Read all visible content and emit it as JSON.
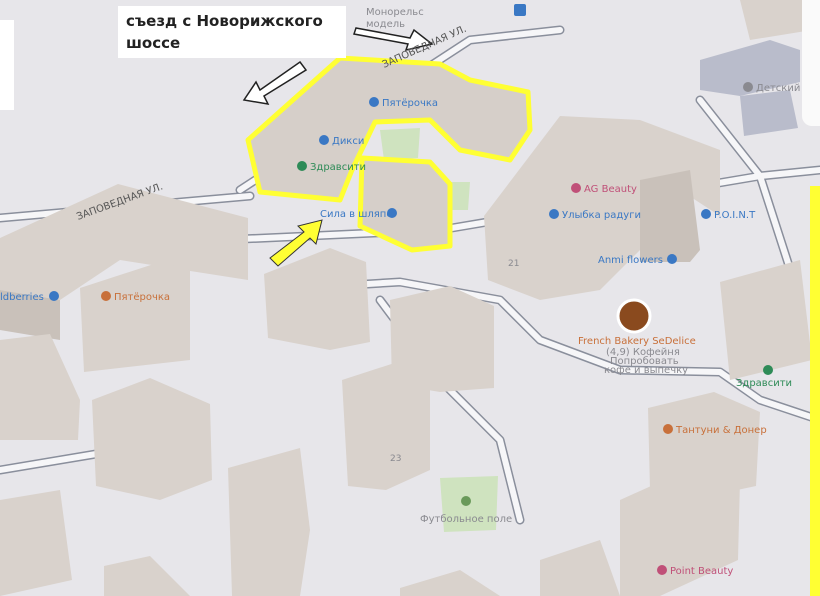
{
  "caption": {
    "line1": "съезд с Новорижского",
    "line2": "шоссе"
  },
  "streets": {
    "zapovednaya_top": "ЗАПОВЕДНАЯ УЛ.",
    "zapovednaya_left": "ЗАПОВЕДНАЯ УЛ."
  },
  "labels": {
    "monorail_1": "Монорельс",
    "monorail_2": "модель",
    "kids": "Детский",
    "pyaterochka_top": "Пятёрочка",
    "diksi": "Дикси",
    "zdravsiti_top": "Здравсити",
    "skazka": "Сила в шляпе",
    "ag_beauty": "AG Beauty",
    "ulybka": "Улыбка радуги",
    "point": "P.O.I.N.T",
    "anmi": "Anmi flowers",
    "house21": "21",
    "wildberries": "ldberries",
    "pyaterochka_left": "Пятёрочка",
    "bakery_name": "French Bakery SeDelice",
    "bakery_line1": "(4,9) Кофейня",
    "bakery_line2": "Попробовать",
    "bakery_line3": "кофе и выпечку",
    "zdravsiti_right": "Здравсити",
    "tantuni": "Тантуни & Донер",
    "house23": "23",
    "football": "Футбольное поле",
    "point_beauty": "Point Beauty"
  },
  "colors": {
    "background": "#e7e6ea",
    "building_top": "#d9d2cc",
    "building_side": "#c9c1ba",
    "road": "#f6f6f8",
    "road_edge": "#8a8f9c",
    "highlight": "#ffff33",
    "poi_blue": "#3a78c4",
    "poi_green": "#2e8b57",
    "poi_pink": "#c05078",
    "poi_orange": "#c8703a"
  }
}
